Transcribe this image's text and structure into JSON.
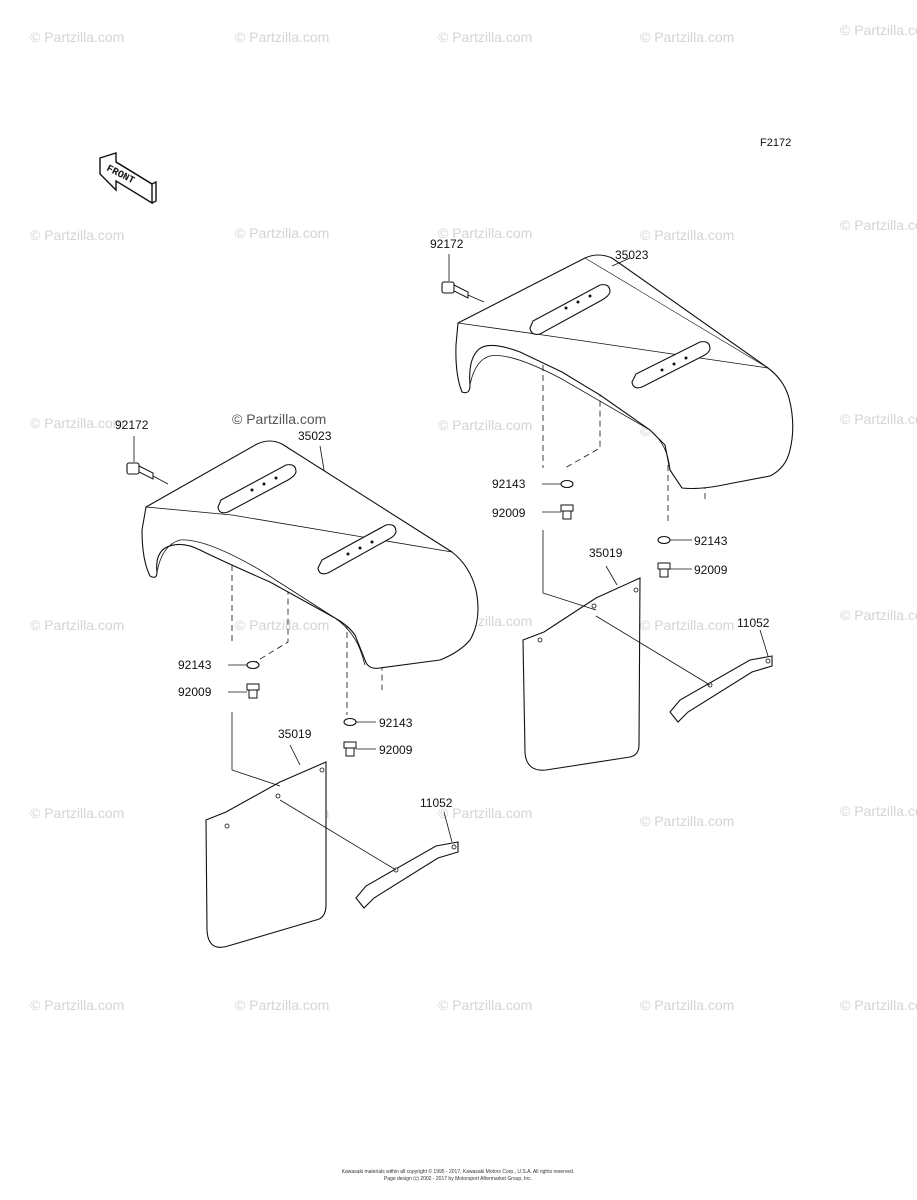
{
  "figure_code": "F2172",
  "front_arrow": {
    "text": "FRONT",
    "icon": "front-direction-arrow-icon"
  },
  "watermark": "© Partzilla.com",
  "callouts": [
    {
      "id": "callout-92172-right",
      "part_number": "92172"
    },
    {
      "id": "callout-35023-right",
      "part_number": "35023"
    },
    {
      "id": "callout-92143-right-a",
      "part_number": "92143"
    },
    {
      "id": "callout-92009-right-a",
      "part_number": "92009"
    },
    {
      "id": "callout-92143-right-b",
      "part_number": "92143"
    },
    {
      "id": "callout-92009-right-b",
      "part_number": "92009"
    },
    {
      "id": "callout-35019-right",
      "part_number": "35019"
    },
    {
      "id": "callout-11052-right",
      "part_number": "11052"
    },
    {
      "id": "callout-92172-left",
      "part_number": "92172"
    },
    {
      "id": "callout-35023-left",
      "part_number": "35023"
    },
    {
      "id": "callout-92143-left-a",
      "part_number": "92143"
    },
    {
      "id": "callout-92009-left-a",
      "part_number": "92009"
    },
    {
      "id": "callout-92143-left-b",
      "part_number": "92143"
    },
    {
      "id": "callout-92009-left-b",
      "part_number": "92009"
    },
    {
      "id": "callout-35019-left",
      "part_number": "35019"
    },
    {
      "id": "callout-11052-left",
      "part_number": "11052"
    }
  ],
  "copyright_lines": [
    "Kawasaki materials within all copyright © 1995 - 2017, Kawasaki Motors Corp., U.S.A.  All rights reserved.",
    "Page design (c) 2002 - 2017 by Motorsport Aftermarket Group, Inc."
  ]
}
